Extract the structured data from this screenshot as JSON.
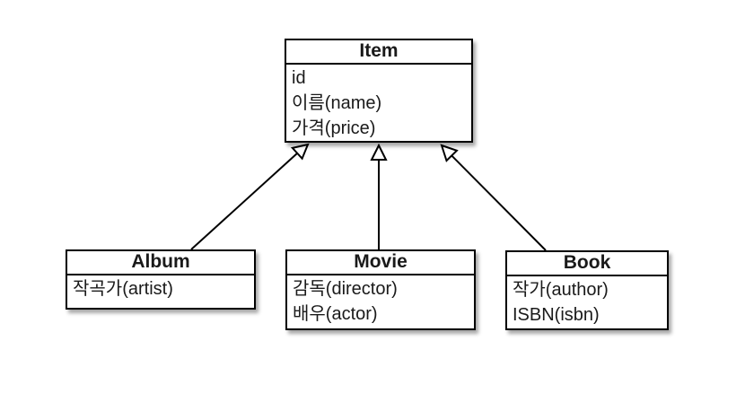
{
  "diagram": {
    "kind": "uml-class-diagram",
    "background_color": "#ffffff",
    "line_color": "#000000",
    "classes": {
      "item": {
        "name": "Item",
        "attributes": [
          "id",
          "이름(name)",
          "가격(price)"
        ]
      },
      "album": {
        "name": "Album",
        "attributes": [
          "작곡가(artist)"
        ]
      },
      "movie": {
        "name": "Movie",
        "attributes": [
          "감독(director)",
          "배우(actor)"
        ]
      },
      "book": {
        "name": "Book",
        "attributes": [
          "작가(author)",
          "ISBN(isbn)"
        ]
      }
    },
    "relations": [
      {
        "from": "Album",
        "to": "Item",
        "type": "generalization"
      },
      {
        "from": "Movie",
        "to": "Item",
        "type": "generalization"
      },
      {
        "from": "Book",
        "to": "Item",
        "type": "generalization"
      }
    ]
  }
}
